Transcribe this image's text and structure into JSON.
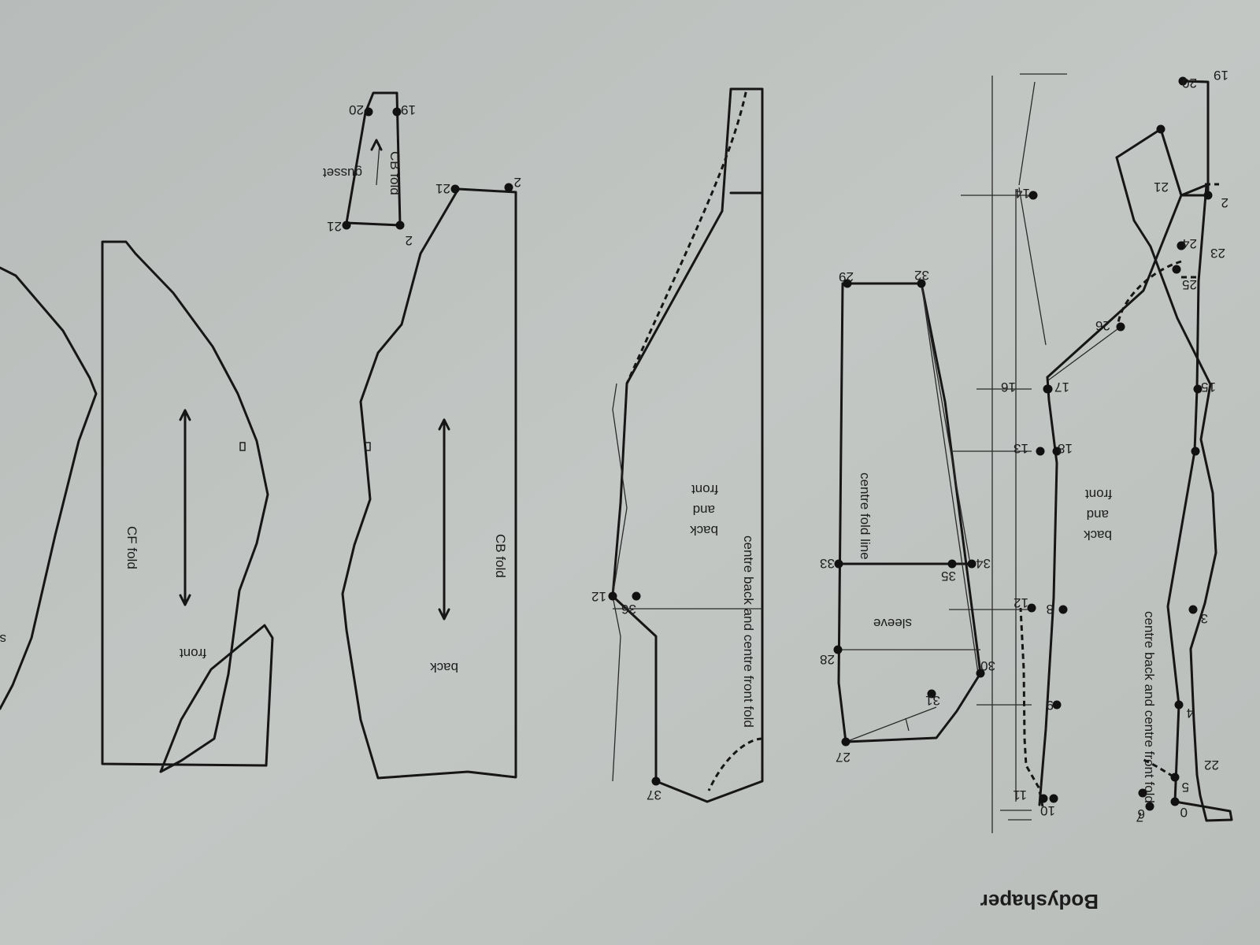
{
  "page": {
    "title": "Bodyshaper",
    "paper_color": "#c2c6c3",
    "ink_color": "#161616"
  },
  "draft": {
    "points": [
      "0",
      "2",
      "3",
      "4",
      "5",
      "6",
      "7",
      "8",
      "9",
      "10",
      "11",
      "12",
      "13",
      "14",
      "15",
      "16",
      "17",
      "18",
      "19",
      "20",
      "21",
      "22",
      "23",
      "24",
      "25",
      "26"
    ],
    "labels": {
      "fold": "centre back and centre front fold",
      "piece_l1": "back",
      "piece_l2": "and",
      "piece_l3": "front"
    }
  },
  "sleeve": {
    "points": [
      "27",
      "28",
      "29",
      "30",
      "31",
      "32",
      "33",
      "34",
      "35"
    ],
    "labels": {
      "fold": "centre fold line",
      "name": "sleeve"
    }
  },
  "combined_piece": {
    "points": [
      "12",
      "36",
      "37"
    ],
    "labels": {
      "fold": "centre back and centre front fold",
      "piece_l1": "back",
      "piece_l2": "and",
      "piece_l3": "front"
    }
  },
  "gusset": {
    "points": [
      "19",
      "20",
      "2",
      "21"
    ],
    "labels": {
      "name": "gusset",
      "fold": "CB fold"
    }
  },
  "back_piece": {
    "points": [
      "2",
      "21"
    ],
    "labels": {
      "name": "back",
      "fold": "CB fold"
    }
  },
  "front_piece": {
    "labels": {
      "name": "front",
      "fold": "CF fold"
    }
  },
  "edge_fragment": {
    "text": "s"
  }
}
